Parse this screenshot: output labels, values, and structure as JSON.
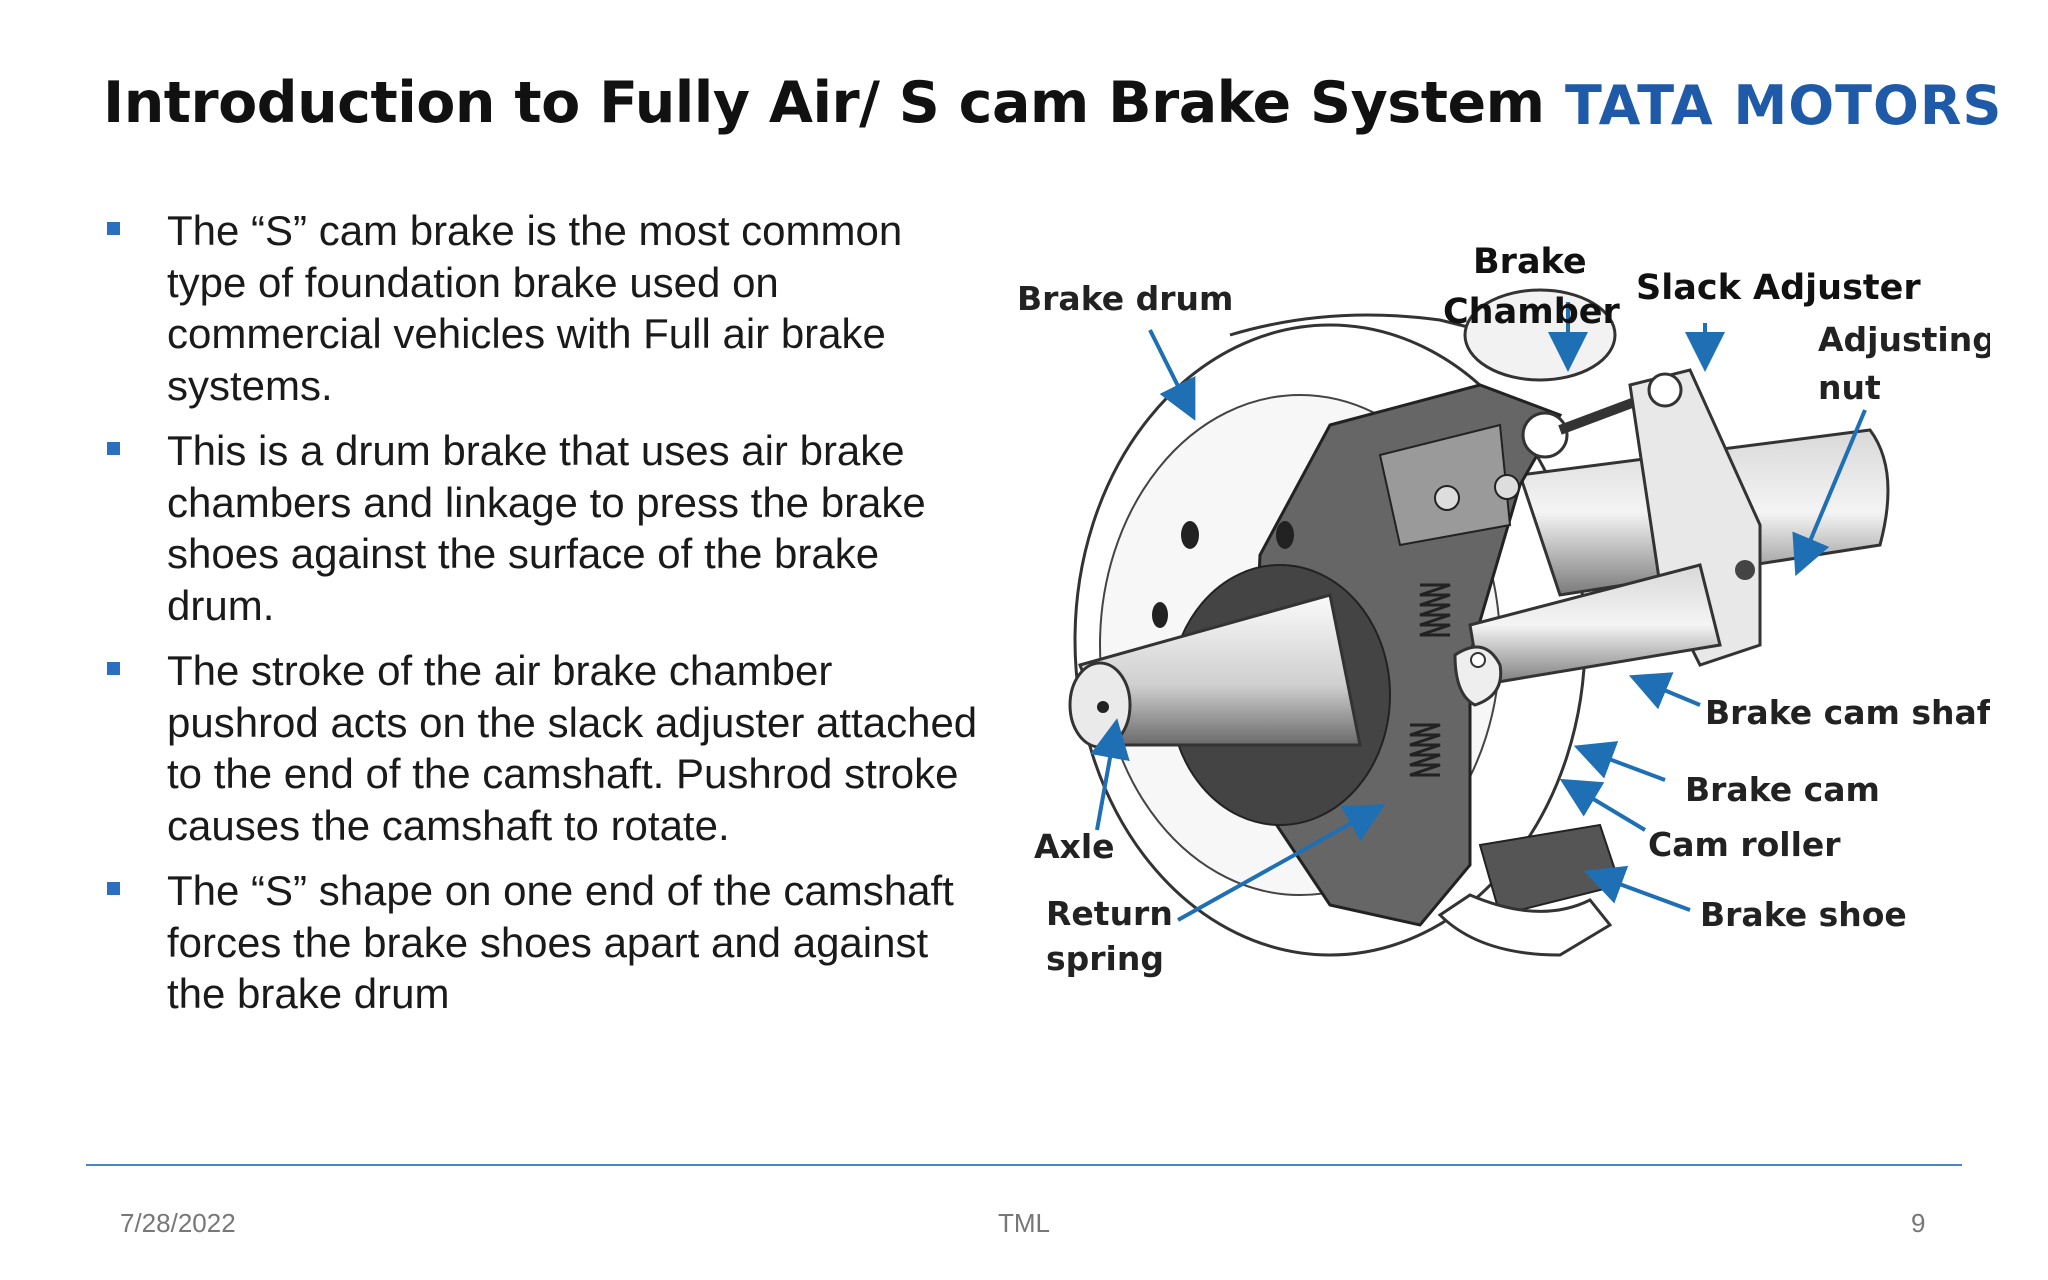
{
  "slide": {
    "title": "Introduction to Fully Air/ S cam Brake System",
    "logo_text": "TATA MOTORS",
    "brand_color": "#1e5aa8",
    "bullets": [
      "The “S” cam brake is the most common type of foundation brake used on commercial vehicles with Full air brake systems.",
      "This is a drum brake that uses air brake chambers and linkage to press the brake shoes against the surface of the brake drum.",
      "The stroke of the air brake chamber pushrod acts on the slack adjuster attached to the end of the camshaft. Pushrod stroke causes the camshaft to rotate.",
      "The “S” shape on one end of the camshaft forces the brake shoes apart and against the brake drum"
    ]
  },
  "diagram": {
    "labels": {
      "brake_drum": "Brake drum",
      "brake_chamber_1": "Brake",
      "brake_chamber_2": "Chamber",
      "slack_adjuster": "Slack Adjuster",
      "adjusting_nut_1": "Adjusting",
      "adjusting_nut_2": "nut",
      "brake_cam_shaft": "Brake cam shaft",
      "brake_cam": "Brake cam",
      "cam_roller": "Cam roller",
      "axle": "Axle",
      "return_spring_1": "Return",
      "return_spring_2": "spring",
      "brake_shoe": "Brake shoe"
    },
    "arrow_color": "#1f6fb5"
  },
  "footer": {
    "date": "7/28/2022",
    "center": "TML",
    "page": "9"
  }
}
